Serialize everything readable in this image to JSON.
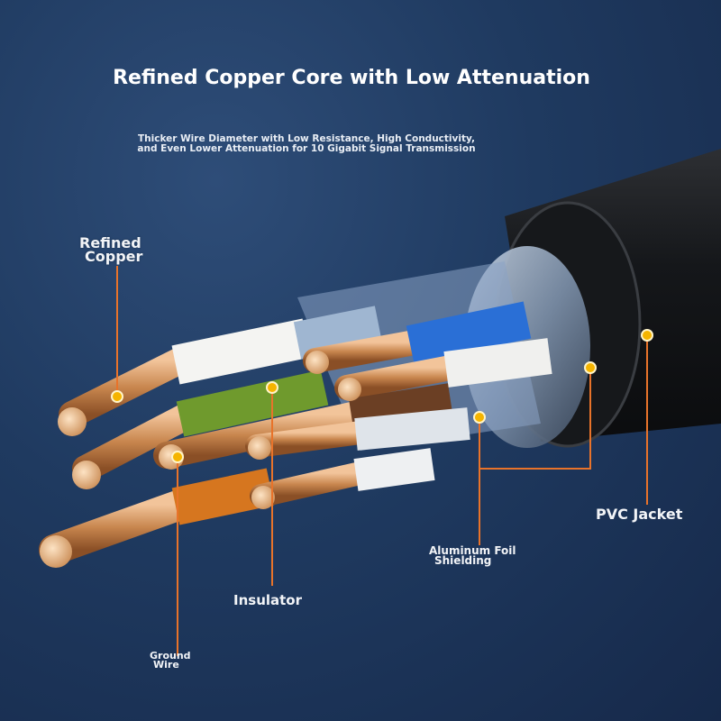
{
  "title": "Refined Copper Core with Low Attenuation",
  "subtitle": {
    "line1": "Thicker Wire Diameter with Low Resistance, High Conductivity,",
    "line2": "and Even Lower Attenuation for 10 Gigabit Signal Transmission"
  },
  "labels": {
    "refined_copper": {
      "line1": "Refined",
      "line2": "Copper"
    },
    "ground_wire": {
      "line1": "Ground",
      "line2": "Wire"
    },
    "insulator": "Insulator",
    "aluminum_foil": {
      "line1": "Aluminum Foil",
      "line2": "Shielding"
    },
    "pvc_jacket": "PVC Jacket"
  },
  "colors": {
    "background": "#1f3a60",
    "callout_line": "#e8732a",
    "callout_dot": "#f5b400",
    "pair_colors": [
      "#ffffff",
      "#6f9a2d",
      "#2a6fd6",
      "#6b3f24",
      "#d6761f"
    ]
  }
}
